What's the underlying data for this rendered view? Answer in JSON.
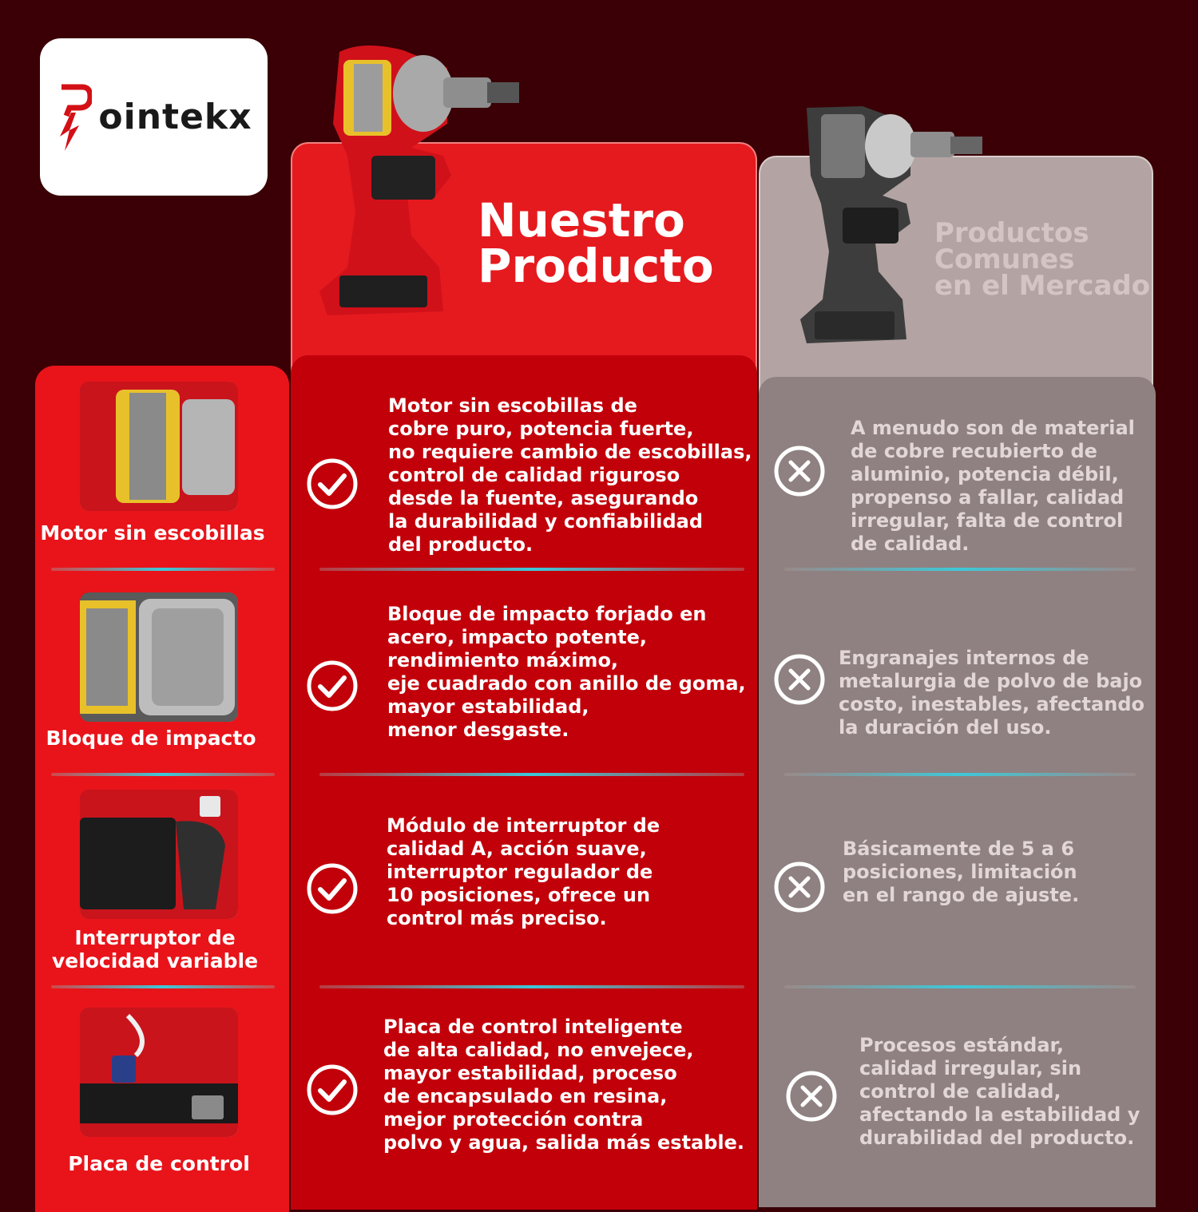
{
  "brand": {
    "name": "ointekx"
  },
  "our": {
    "title_line1": "Nuestro",
    "title_line2": "Producto"
  },
  "market": {
    "title_line1": "Productos",
    "title_line2": "Comunes",
    "title_line3": "en el Mercado"
  },
  "features": [
    {
      "label": "Motor sin escobillas",
      "ours": "Motor sin escobillas de\ncobre puro, potencia fuerte,\nno requiere cambio de escobillas,\ncontrol de calidad riguroso\ndesde la fuente, asegurando\nla durabilidad y confiabilidad\ndel producto.",
      "market": "A menudo son de material\nde cobre recubierto de\naluminio, potencia débil,\npropenso a fallar, calidad\nirregular, falta de control\nde calidad."
    },
    {
      "label": "Bloque de impacto",
      "ours": "Bloque de impacto forjado en\nacero, impacto potente,\nrendimiento máximo,\neje cuadrado con anillo de goma,\nmayor estabilidad,\nmenor desgaste.",
      "market": "Engranajes internos de\nmetalurgia de polvo de bajo\ncosto, inestables, afectando\nla duración del uso."
    },
    {
      "label_line1": "Interruptor de",
      "label_line2": "velocidad variable",
      "ours": "Módulo de interruptor de\ncalidad A, acción suave,\ninterruptor regulador de\n10 posiciones, ofrece un\ncontrol más preciso.",
      "market": "Básicamente de 5 a 6\nposiciones, limitación\nen el rango de ajuste."
    },
    {
      "label": "Placa de control",
      "ours": "Placa de control inteligente\nde alta calidad, no envejece,\nmayor estabilidad, proceso\nde encapsulado en resina,\nmejor protección contra\npolvo y agua, salida más estable.",
      "market": "Procesos estándar,\ncalidad irregular, sin\ncontrol de calidad,\nafectando la estabilidad y\ndurabilidad del producto."
    }
  ],
  "icons": {
    "ours": "check-circle-icon",
    "market": "x-circle-icon"
  },
  "colors": {
    "background": "#3a0005",
    "ours_panel": "#c2000a",
    "ours_header": "#e51a1e",
    "feature_column": "#e8141a",
    "market_panel": "#8f8181",
    "market_header": "#b3a3a3",
    "separator": "#3ec8d8"
  }
}
